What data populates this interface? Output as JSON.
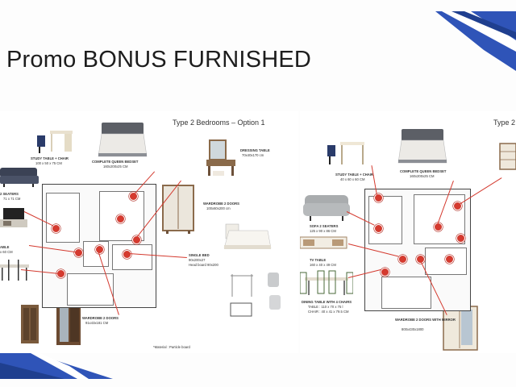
{
  "slide": {
    "title": "Promo BONUS FURNISHED",
    "colors": {
      "accent_blue": "#2f54b8",
      "dark_blue": "#1f3f8f",
      "marker_red": "#d43a2f"
    }
  },
  "left_panel": {
    "heading": "Type 2 Bedrooms – Option 1",
    "labels": {
      "study_table": "STUDY TABLE + CHAIR",
      "study_table_dim": "100 x 50 x 75 CM",
      "queen_bedset": "COMPLETE QUEEN BEDSET",
      "queen_bedset_dim": "160x200x25 CM",
      "dressing_table": "DRESSING TABLE",
      "dressing_table_dim": "70x40x170 cm",
      "sofa": "2 SEATERS",
      "sofa_dim": "71 x 71 CM",
      "wardrobe_right": "WARDROBE 2 DOORS",
      "wardrobe_right_dim": "100x60x200 cm",
      "single_bed": "SINGLE BED",
      "single_bed_dim": "90x200x27",
      "single_bed_note": "Head board 90x200",
      "table": "ABLE",
      "table_dim": "x 60 CM",
      "wardrobe_bottom": "WARDROBE 2 DOORS",
      "wardrobe_bottom_dim": "91x43x181 CM",
      "material": "*Material : Particle board"
    }
  },
  "right_panel": {
    "heading": "Type 2",
    "labels": {
      "study_table": "STUDY TABLE + CHAIR",
      "study_table_dim": "40 x 60 x 60 CM",
      "queen_bedset": "COMPLETE QUEEN BEDSET",
      "queen_bedset_dim": "160x200x25 CM",
      "sofa": "SOFA 2 SEATERS",
      "sofa_dim": "125 x 90 x 86 CM",
      "tv_table": "TV TABLE",
      "tv_table_dim": "160 x 40 x 49 CM",
      "dining": "DINING TABLE WITH 4 CHAIRS",
      "dining_dim1": "TABLE : 110 x 70 x 75 l",
      "dining_dim2": "CHAIR : 40 x 41 x 79.5 CM",
      "wardrobe": "WARDROBE 2 DOORS WITH MIRROR",
      "wardrobe_dim": "800x430x1800"
    }
  }
}
